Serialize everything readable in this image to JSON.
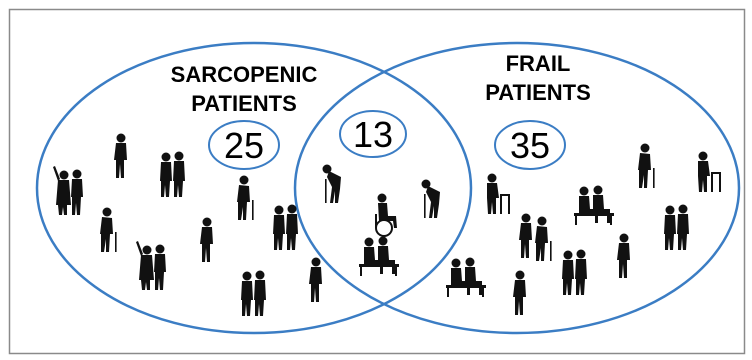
{
  "diagram": {
    "type": "venn",
    "left_set": {
      "label_line1": "SARCOPENIC",
      "label_line2": "PATIENTS",
      "count": "25"
    },
    "right_set": {
      "label_line1": "FRAIL",
      "label_line2": "PATIENTS",
      "count": "35"
    },
    "intersection": {
      "count": "13"
    },
    "colors": {
      "border": "#8a8a8a",
      "circle_stroke": "#3b7dc4",
      "label_text": "#000000",
      "silhouette": "#111111"
    }
  }
}
